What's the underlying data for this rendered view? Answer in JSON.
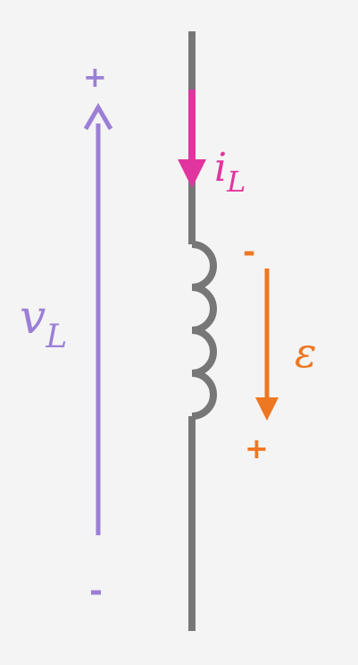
{
  "colors": {
    "background": "#f4f4f4",
    "wire": "#777777",
    "voltage": "#9b7fd6",
    "current": "#e0359e",
    "emf": "#ee7722"
  },
  "voltage": {
    "symbol": "v",
    "subscript": "L",
    "plus": "+",
    "minus": "-"
  },
  "current": {
    "symbol": "i",
    "subscript": "L"
  },
  "emf": {
    "symbol": "ε",
    "plus": "+",
    "minus": "-"
  },
  "icons": {
    "inductor": "inductor-coil-icon",
    "voltage_arrow": "arrow-up-icon",
    "current_arrow": "arrow-down-icon",
    "emf_arrow": "arrow-down-icon"
  }
}
